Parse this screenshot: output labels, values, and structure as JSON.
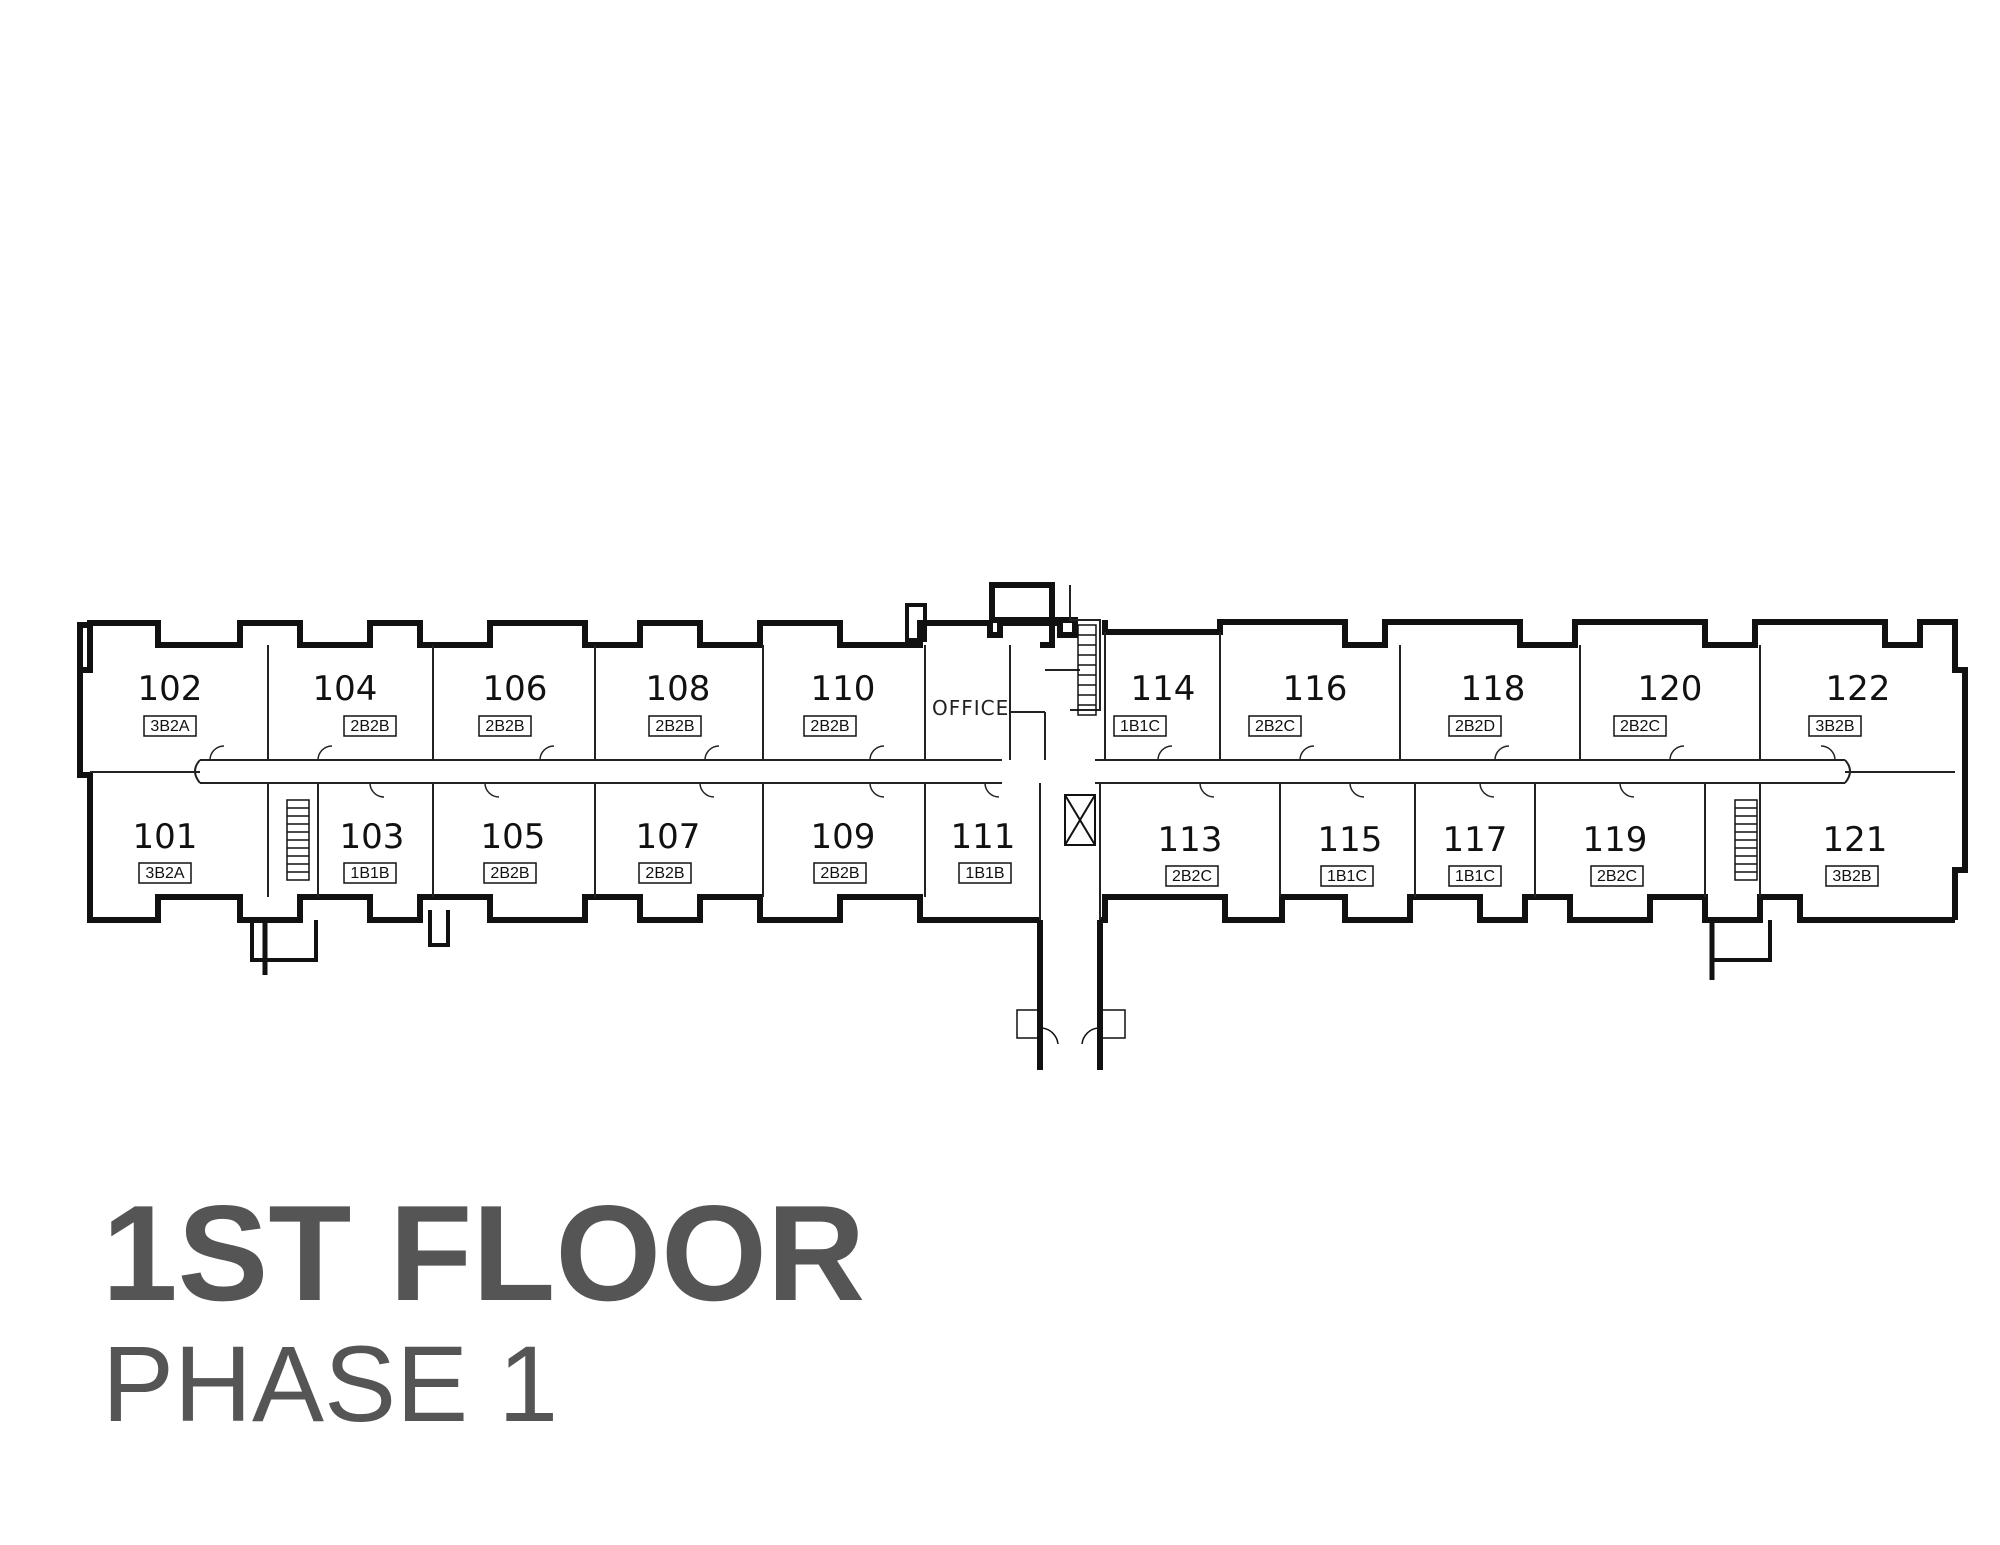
{
  "title": "1ST FLOOR",
  "subtitle": "PHASE 1",
  "office_label": "OFFICE",
  "units": [
    {
      "number": "102",
      "type": "3B2A"
    },
    {
      "number": "104",
      "type": "2B2B"
    },
    {
      "number": "106",
      "type": "2B2B"
    },
    {
      "number": "108",
      "type": "2B2B"
    },
    {
      "number": "110",
      "type": "2B2B"
    },
    {
      "number": "114",
      "type": "1B1C"
    },
    {
      "number": "116",
      "type": "2B2C"
    },
    {
      "number": "118",
      "type": "2B2D"
    },
    {
      "number": "120",
      "type": "2B2C"
    },
    {
      "number": "122",
      "type": "3B2B"
    },
    {
      "number": "101",
      "type": "3B2A"
    },
    {
      "number": "103",
      "type": "1B1B"
    },
    {
      "number": "105",
      "type": "2B2B"
    },
    {
      "number": "107",
      "type": "2B2B"
    },
    {
      "number": "109",
      "type": "2B2B"
    },
    {
      "number": "111",
      "type": "1B1B"
    },
    {
      "number": "113",
      "type": "2B2C"
    },
    {
      "number": "115",
      "type": "1B1C"
    },
    {
      "number": "117",
      "type": "1B1C"
    },
    {
      "number": "119",
      "type": "2B2C"
    },
    {
      "number": "121",
      "type": "3B2B"
    }
  ],
  "colors": {
    "wall": "#111111",
    "title": "#555555"
  }
}
